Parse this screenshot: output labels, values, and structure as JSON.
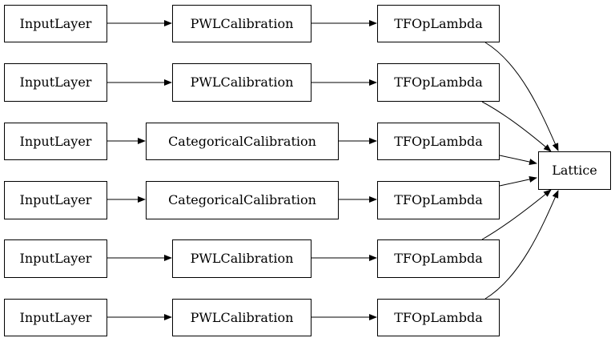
{
  "diagram": {
    "rows": [
      {
        "input": "InputLayer",
        "calibration": "PWLCalibration",
        "lambda": "TFOpLambda"
      },
      {
        "input": "InputLayer",
        "calibration": "PWLCalibration",
        "lambda": "TFOpLambda"
      },
      {
        "input": "InputLayer",
        "calibration": "CategoricalCalibration",
        "lambda": "TFOpLambda"
      },
      {
        "input": "InputLayer",
        "calibration": "CategoricalCalibration",
        "lambda": "TFOpLambda"
      },
      {
        "input": "InputLayer",
        "calibration": "PWLCalibration",
        "lambda": "TFOpLambda"
      },
      {
        "input": "InputLayer",
        "calibration": "PWLCalibration",
        "lambda": "TFOpLambda"
      }
    ],
    "output": "Lattice",
    "colors": {
      "stroke": "#000000",
      "background": "#ffffff"
    }
  }
}
